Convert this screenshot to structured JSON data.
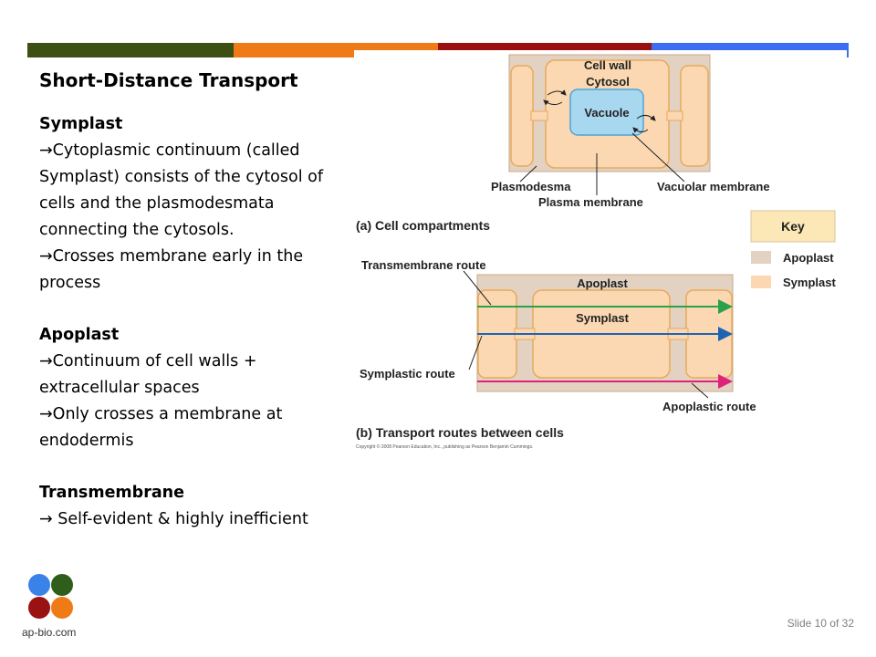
{
  "slide": {
    "title": "Short-Distance Transport",
    "sections": [
      {
        "heading": "Symplast",
        "lines": [
          "→Cytoplasmic continuum (called Symplast) consists of the cytosol of cells and the plasmodesmata connecting the cytosols.",
          "→Crosses membrane early in the process"
        ]
      },
      {
        "heading": "Apoplast",
        "lines": [
          "→Continuum of cell walls + extracellular spaces",
          "→Only crosses a membrane at endodermis"
        ]
      },
      {
        "heading": "Transmembrane",
        "lines": [
          "→ Self-evident & highly inefficient"
        ]
      }
    ]
  },
  "diagram": {
    "part_a": {
      "labels": {
        "cell_wall": "Cell wall",
        "cytosol": "Cytosol",
        "vacuole": "Vacuole",
        "plasmodesma": "Plasmodesma",
        "vacuolar_membrane": "Vacuolar membrane",
        "plasma_membrane": "Plasma membrane"
      },
      "caption": "(a) Cell compartments"
    },
    "key": {
      "title": "Key",
      "items": [
        {
          "label": "Apoplast",
          "color": "#e3d2c1"
        },
        {
          "label": "Symplast",
          "color": "#fbd8b2"
        }
      ]
    },
    "part_b": {
      "labels": {
        "transmembrane_route": "Transmembrane route",
        "apoplast": "Apoplast",
        "symplast": "Symplast",
        "symplastic_route": "Symplastic route",
        "apoplastic_route": "Apoplastic route"
      },
      "caption": "(b) Transport routes between cells",
      "copyright": "Copyright © 2008 Pearson Education, Inc., publishing as Pearson Benjamin Cummings."
    },
    "colors": {
      "cell_wall": "#e3d2c1",
      "cytoplasm": "#fbd8b2",
      "vacuole": "#a8d8f0",
      "transmembrane_arrow": "#2aa14a",
      "symplastic_arrow": "#1e64b4",
      "apoplastic_arrow": "#e0227a"
    }
  },
  "footer": {
    "logo_text": "ap-bio.com",
    "slide_number": "Slide 10 of 32",
    "logo_colors": [
      "#3a82e8",
      "#2f5d1c",
      "#9a1212",
      "#f07a16"
    ]
  }
}
